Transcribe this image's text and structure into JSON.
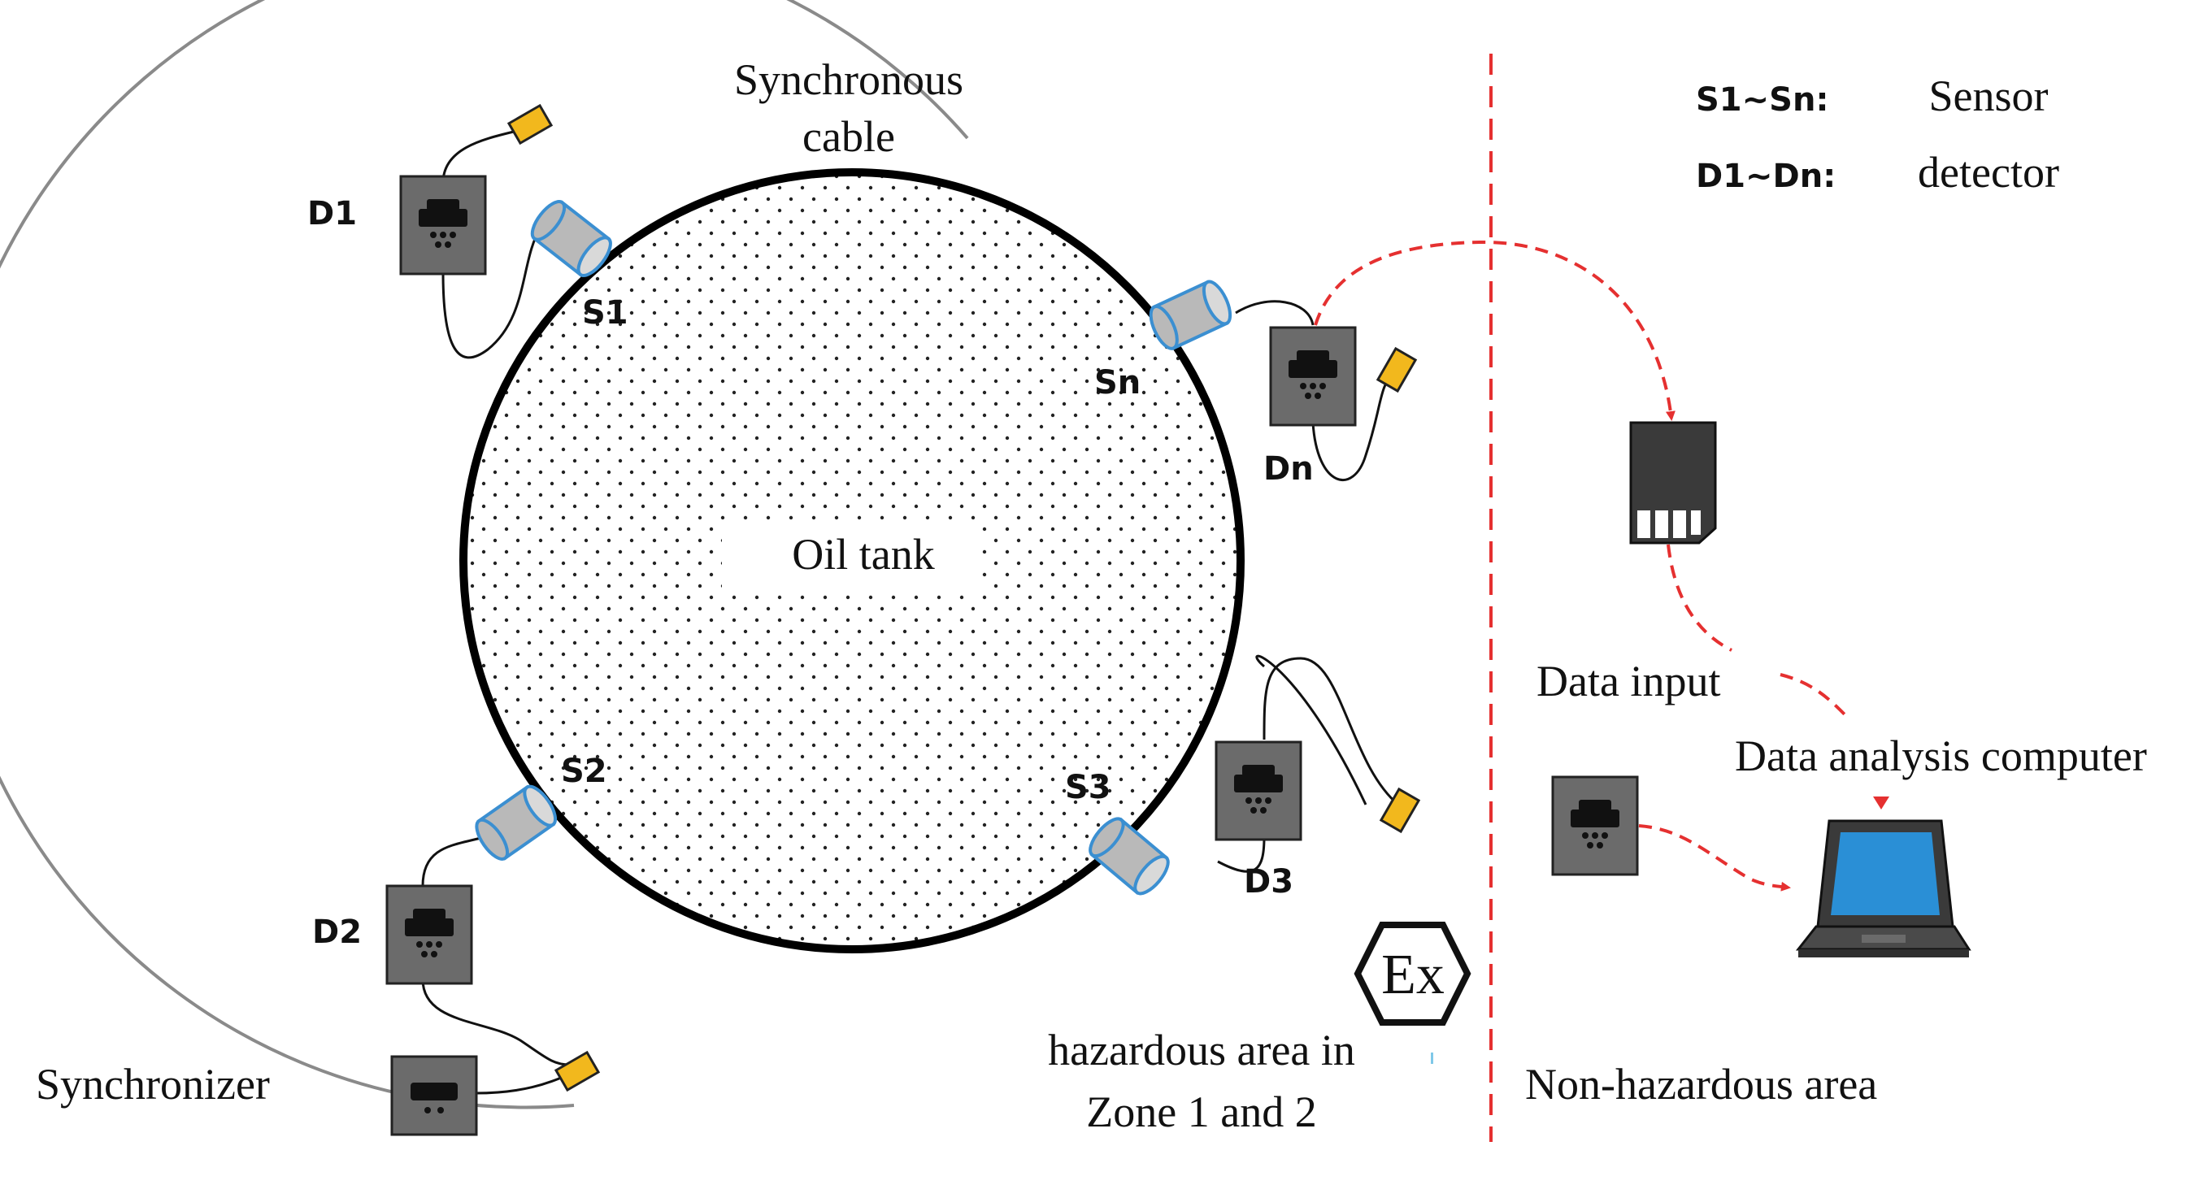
{
  "tank": {
    "label": "Oil tank"
  },
  "cable": {
    "label_line1": "Synchronous",
    "label_line2": "cable"
  },
  "sensors": [
    "S1",
    "S2",
    "S3",
    "Sn"
  ],
  "detectors": [
    "D1",
    "D2",
    "D3",
    "Dn"
  ],
  "synchronizer": {
    "label": "Synchronizer"
  },
  "hazard": {
    "symbol": "Ex",
    "label_line1": "hazardous area in",
    "label_line2": "Zone 1 and 2"
  },
  "nonhazard": {
    "label": "Non-hazardous area"
  },
  "data_input": {
    "label": "Data input"
  },
  "computer": {
    "label": "Data analysis computer"
  },
  "legend": [
    {
      "key": "S1~Sn:",
      "value": "Sensor"
    },
    {
      "key": "D1~Dn:",
      "value": "detector"
    }
  ],
  "colors": {
    "boundary": "#e53030",
    "cable": "#8a8a8a",
    "connector": "#f2b81d",
    "sensor": "#3b8fd1",
    "device": "#6b6b6b"
  }
}
